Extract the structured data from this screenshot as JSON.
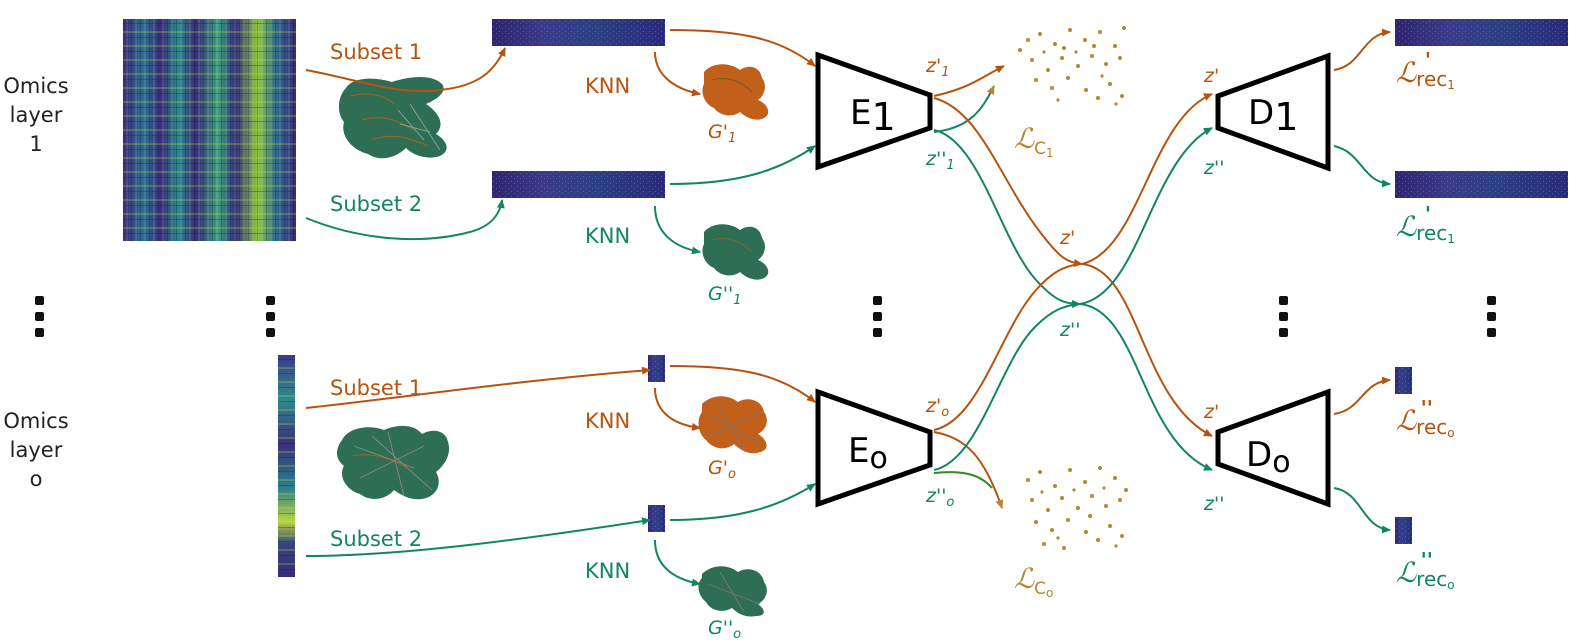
{
  "colors": {
    "orange": "#b5540e",
    "green": "#138466",
    "gold": "#b8862b",
    "graph_fill": "#2e6e54"
  },
  "side_labels": {
    "layer1": [
      "Omics",
      "layer",
      "1"
    ],
    "layero": [
      "Omics",
      "layer",
      "o"
    ]
  },
  "flow": {
    "subset1": "Subset 1",
    "subset2": "Subset 2",
    "knn": "KNN"
  },
  "graphs": {
    "g1a": {
      "main": "G'",
      "sub": "1"
    },
    "g1b": {
      "main": "G''",
      "sub": "1"
    },
    "goa": {
      "main": "G'",
      "sub": "o"
    },
    "gob": {
      "main": "G''",
      "sub": "o"
    }
  },
  "encoders": {
    "e1": {
      "main": "E",
      "sub": "1"
    },
    "eo": {
      "main": "E",
      "sub": "o"
    }
  },
  "decoders": {
    "d1": {
      "main": "D",
      "sub": "1"
    },
    "do": {
      "main": "D",
      "sub": "o"
    }
  },
  "latents": {
    "z1a": {
      "main": "z'",
      "sub": "1"
    },
    "z1b": {
      "main": "z''",
      "sub": "1"
    },
    "zoa": {
      "main": "z'",
      "sub": "o"
    },
    "zob": {
      "main": "z''",
      "sub": "o"
    },
    "zp": "z'",
    "zpp": "z''",
    "d1_in_a": "z'",
    "d1_in_b": "z''",
    "do_in_a": "z'",
    "do_in_b": "z''"
  },
  "losses": {
    "c1": {
      "script": "ℒ",
      "sub": "C",
      "subsub": "1"
    },
    "co": {
      "script": "ℒ",
      "sub": "C",
      "subsub": "o"
    },
    "rec1a": {
      "script": "ℒ",
      "sub": "rec",
      "subsub": "1",
      "mark": "'"
    },
    "rec1b": {
      "script": "ℒ",
      "sub": "rec",
      "subsub": "1",
      "mark": "'"
    },
    "recoa": {
      "script": "ℒ",
      "sub": "rec",
      "subsub": "o",
      "mark": "''"
    },
    "recob": {
      "script": "ℒ",
      "sub": "rec",
      "subsub": "o",
      "mark": "''"
    }
  }
}
